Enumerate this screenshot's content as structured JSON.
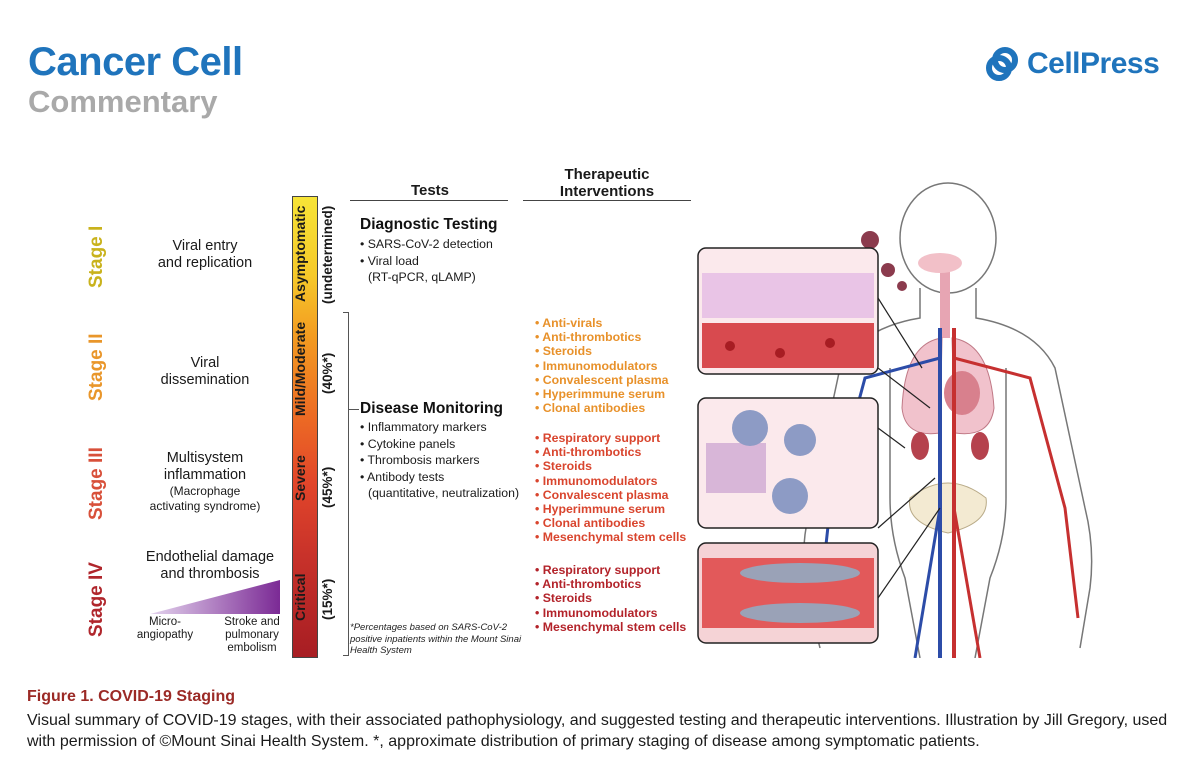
{
  "header": {
    "journal": "Cancer Cell",
    "section": "Commentary",
    "publisher": "CellPress"
  },
  "stages": [
    {
      "label": "Stage I",
      "color": "#c9b21c",
      "desc": [
        "Viral entry",
        "and replication"
      ],
      "desc_small": []
    },
    {
      "label": "Stage II",
      "color": "#e9962a",
      "desc": [
        "Viral",
        "dissemination"
      ],
      "desc_small": []
    },
    {
      "label": "Stage III",
      "color": "#d8503a",
      "desc": [
        "Multisystem",
        "inflammation"
      ],
      "desc_small": [
        "(Macrophage",
        "activating syndrome)"
      ]
    },
    {
      "label": "Stage IV",
      "color": "#b0262c",
      "desc": [
        "Endothelial damage",
        "and thrombosis"
      ],
      "desc_small": []
    }
  ],
  "triangle": {
    "left_label": [
      "Micro-",
      "angiopathy"
    ],
    "right_label": [
      "Stroke and",
      "pulmonary",
      "embolism"
    ],
    "color": "#7b2a95"
  },
  "severity_bar": {
    "segments": [
      "Asymptomatic",
      "Mild/Moderate",
      "Severe",
      "Critical"
    ],
    "percentages": [
      "(undetermined)",
      "(40%*)",
      "(45%*)",
      "(15%*)"
    ]
  },
  "columns": {
    "tests": "Tests",
    "therapeutic": [
      "Therapeutic",
      "Interventions"
    ]
  },
  "diagnostic_testing": {
    "title": "Diagnostic Testing",
    "items": [
      {
        "main": "SARS-CoV-2 detection",
        "sub": ""
      },
      {
        "main": "Viral load",
        "sub": "(RT-qPCR, qLAMP)"
      }
    ]
  },
  "disease_monitoring": {
    "title": "Disease Monitoring",
    "items": [
      {
        "main": "Inflammatory markers",
        "sub": ""
      },
      {
        "main": "Cytokine panels",
        "sub": ""
      },
      {
        "main": "Thrombosis markers",
        "sub": ""
      },
      {
        "main": "Antibody tests",
        "sub": "(quantitative, neutralization)"
      }
    ]
  },
  "therapies": [
    {
      "color": "#e8912a",
      "items": [
        "Anti-virals",
        "Anti-thrombotics",
        "Steroids",
        "Immunomodulators",
        "Convalescent plasma",
        "Hyperimmune serum",
        "Clonal antibodies"
      ]
    },
    {
      "color": "#d9452e",
      "items": [
        "Respiratory support",
        "Anti-thrombotics",
        "Steroids",
        "Immunomodulators",
        "Convalescent plasma",
        "Hyperimmune serum",
        "Clonal antibodies",
        "Mesenchymal stem cells"
      ]
    },
    {
      "color": "#b3232a",
      "items": [
        "Respiratory support",
        "Anti-thrombotics",
        "Steroids",
        "Immunomodulators",
        "Mesenchymal stem cells"
      ]
    }
  ],
  "footnote": "*Percentages based on SARS-CoV-2 positive inpatients within the Mount Sinai Health System",
  "caption": {
    "title": "Figure 1.  COVID-19 Staging",
    "text": "Visual summary of COVID-19 stages, with their associated pathophysiology, and suggested testing and therapeutic interventions. Illustration by Jill Gregory, used with permission of ©Mount Sinai Health System. *, approximate distribution of primary staging of disease among symptomatic patients."
  },
  "colors": {
    "brand": "#1f74bc",
    "caption_title": "#9b2a26"
  }
}
